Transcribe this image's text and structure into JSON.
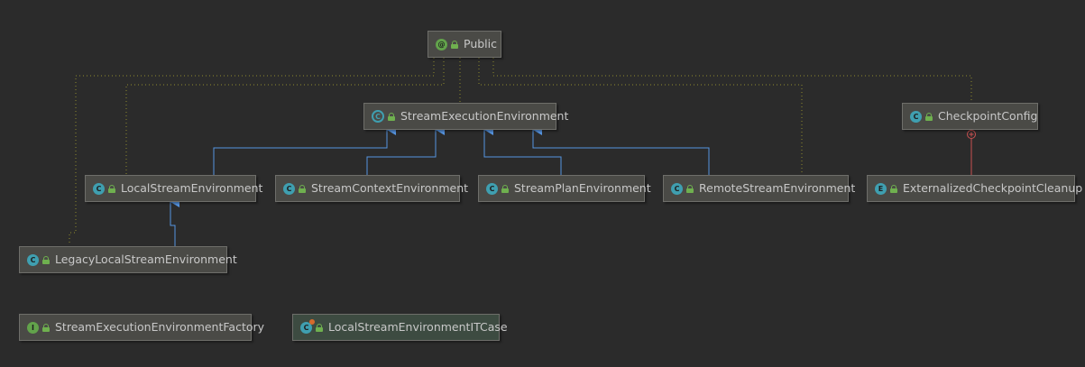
{
  "diagram": {
    "nodes": {
      "public": {
        "label": "Public",
        "kind": "annotation",
        "kind_glyph": "@",
        "visibility": "public"
      },
      "stream_execution_environment": {
        "label": "StreamExecutionEnvironment",
        "kind": "abstract-class",
        "kind_glyph": "C",
        "visibility": "public"
      },
      "checkpoint_config": {
        "label": "CheckpointConfig",
        "kind": "class",
        "kind_glyph": "C",
        "visibility": "public"
      },
      "local_stream_environment": {
        "label": "LocalStreamEnvironment",
        "kind": "class",
        "kind_glyph": "C",
        "visibility": "public"
      },
      "stream_context_environment": {
        "label": "StreamContextEnvironment",
        "kind": "class",
        "kind_glyph": "C",
        "visibility": "public"
      },
      "stream_plan_environment": {
        "label": "StreamPlanEnvironment",
        "kind": "class",
        "kind_glyph": "C",
        "visibility": "public"
      },
      "remote_stream_environment": {
        "label": "RemoteStreamEnvironment",
        "kind": "class",
        "kind_glyph": "C",
        "visibility": "public"
      },
      "externalized_checkpoint_cleanup": {
        "label": "ExternalizedCheckpointCleanup",
        "kind": "enum",
        "kind_glyph": "E",
        "visibility": "public"
      },
      "legacy_local_stream_environment": {
        "label": "LegacyLocalStreamEnvironment",
        "kind": "class",
        "kind_glyph": "C",
        "visibility": "public"
      },
      "stream_execution_environment_factory": {
        "label": "StreamExecutionEnvironmentFactory",
        "kind": "interface",
        "kind_glyph": "I",
        "visibility": "public"
      },
      "local_stream_environment_itcase": {
        "label": "LocalStreamEnvironmentITCase",
        "kind": "test-class",
        "kind_glyph": "C",
        "visibility": "public"
      }
    },
    "edges": [
      {
        "from": "local_stream_environment",
        "to": "stream_execution_environment",
        "type": "extends"
      },
      {
        "from": "stream_context_environment",
        "to": "stream_execution_environment",
        "type": "extends"
      },
      {
        "from": "stream_plan_environment",
        "to": "stream_execution_environment",
        "type": "extends"
      },
      {
        "from": "remote_stream_environment",
        "to": "stream_execution_environment",
        "type": "extends"
      },
      {
        "from": "legacy_local_stream_environment",
        "to": "local_stream_environment",
        "type": "extends"
      },
      {
        "from": "externalized_checkpoint_cleanup",
        "to": "checkpoint_config",
        "type": "inner-class"
      },
      {
        "from": "public",
        "to": "stream_execution_environment",
        "type": "annotated-by"
      },
      {
        "from": "public",
        "to": "checkpoint_config",
        "type": "annotated-by"
      },
      {
        "from": "public",
        "to": "local_stream_environment",
        "type": "annotated-by"
      },
      {
        "from": "public",
        "to": "remote_stream_environment",
        "type": "annotated-by"
      },
      {
        "from": "public",
        "to": "legacy_local_stream_environment",
        "type": "annotated-by"
      }
    ],
    "colors": {
      "background": "#2b2b2b",
      "extends_line": "#5694e0",
      "inner_class_line": "#c85050",
      "annotation_line": "#8f8b2e",
      "class_icon": "#3f9fb0",
      "interface_icon": "#62a34b",
      "public_lock": "#6fb04f",
      "test_marker": "#d66a2c"
    }
  }
}
